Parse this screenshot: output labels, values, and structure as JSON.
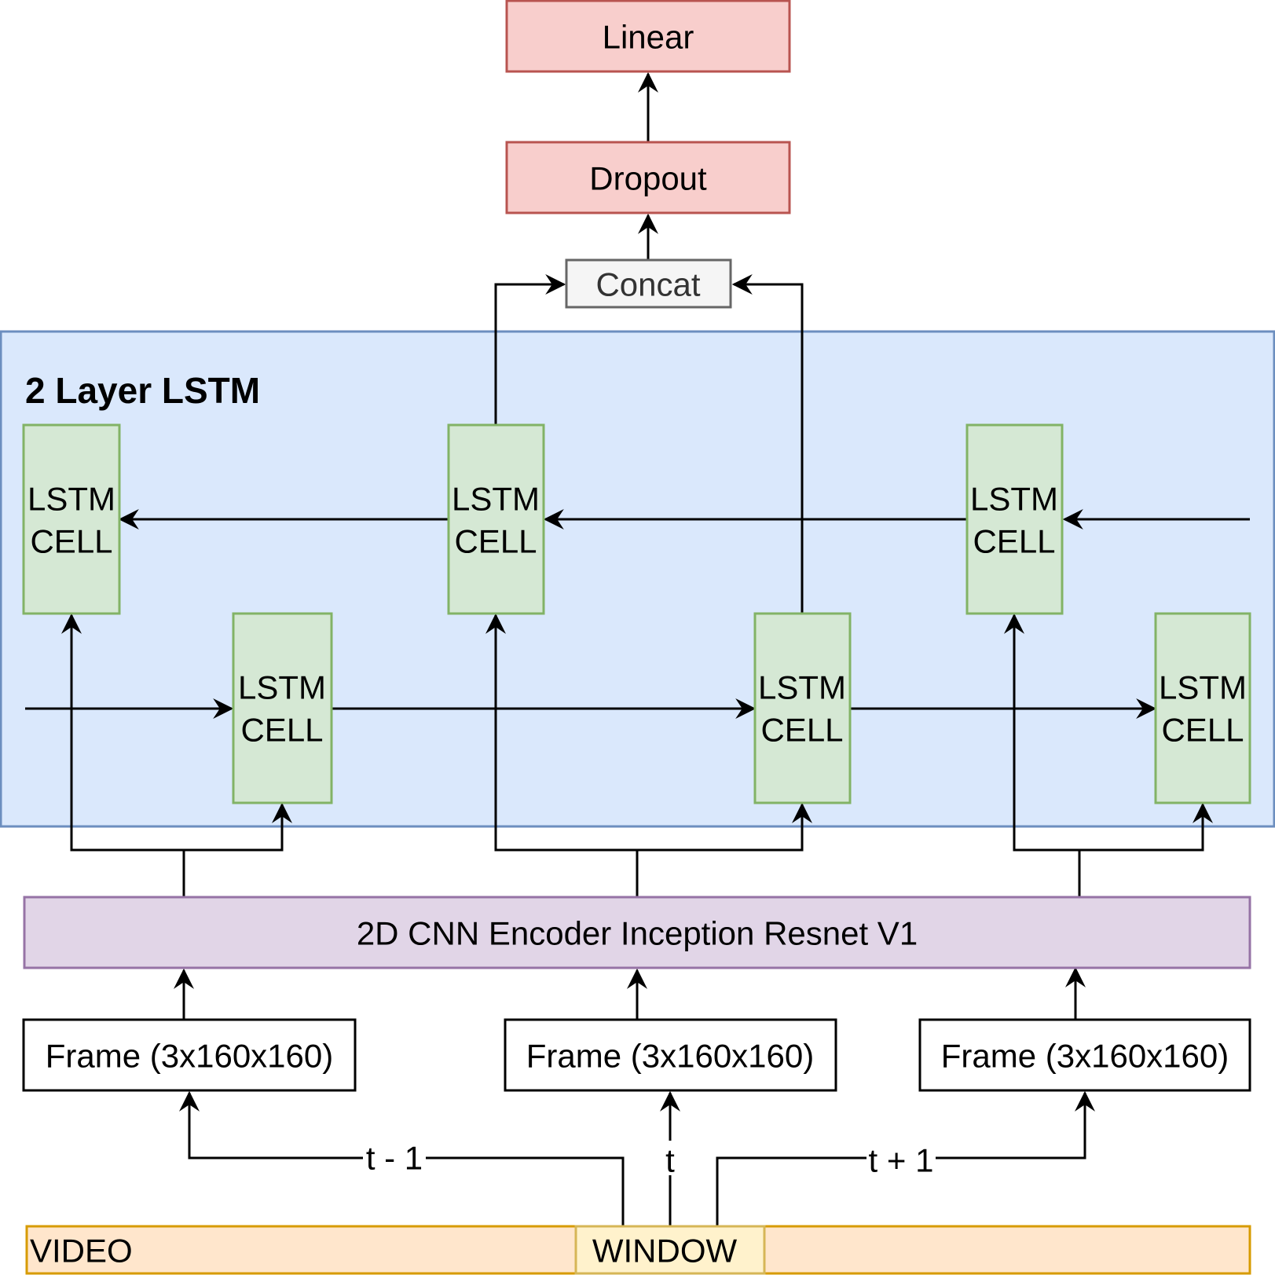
{
  "top": {
    "linear_label": "Linear",
    "dropout_label": "Dropout",
    "concat_label": "Concat"
  },
  "lstm_group": {
    "title": "2 Layer LSTM",
    "cells": [
      {
        "line1": "LSTM",
        "line2": "CELL"
      },
      {
        "line1": "LSTM",
        "line2": "CELL"
      },
      {
        "line1": "LSTM",
        "line2": "CELL"
      },
      {
        "line1": "LSTM",
        "line2": "CELL"
      },
      {
        "line1": "LSTM",
        "line2": "CELL"
      },
      {
        "line1": "LSTM",
        "line2": "CELL"
      }
    ]
  },
  "encoder": {
    "label": "2D CNN Encoder Inception Resnet V1"
  },
  "frames": [
    {
      "label": "Frame (3x160x160)",
      "time": "t - 1"
    },
    {
      "label": "Frame (3x160x160)",
      "time": "t"
    },
    {
      "label": "Frame (3x160x160)",
      "time": "t + 1"
    }
  ],
  "video": {
    "label": "VIDEO",
    "window_label": "WINDOW"
  },
  "colors": {
    "red_fill": "#f8cecc",
    "red_stroke": "#b85450",
    "gray_fill": "#f5f5f5",
    "gray_stroke": "#666666",
    "blue_fill": "#dae8fc",
    "blue_stroke": "#6c8ebf",
    "green_fill": "#d5e8d4",
    "green_stroke": "#82b366",
    "purple_fill": "#e1d5e7",
    "purple_stroke": "#9673a6",
    "orange_fill": "#ffe6cc",
    "orange_stroke": "#d79b00",
    "yellow_fill": "#fff2cc",
    "yellow_stroke": "#d6b656"
  }
}
